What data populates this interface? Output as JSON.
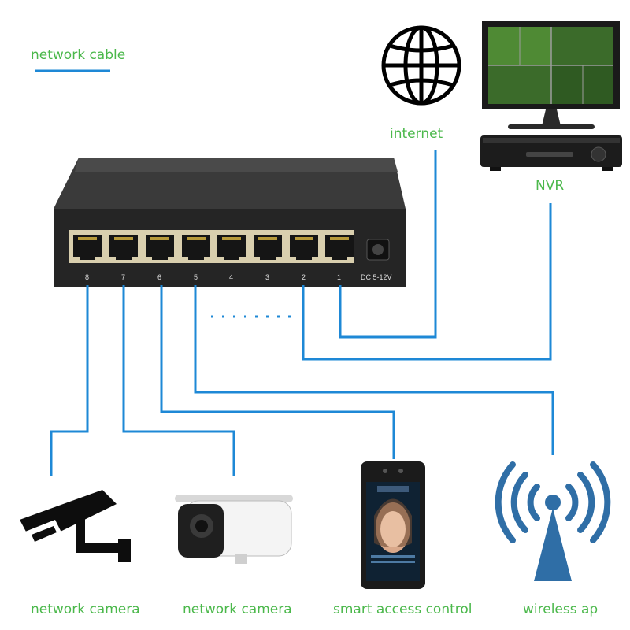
{
  "legend": {
    "label": "network cable",
    "color": "#1e88d6"
  },
  "colors": {
    "label_green": "#4bb84b",
    "cable_blue": "#1e88d6",
    "switch_body": "#2e2e2e",
    "icon_blue": "#2f6ea6"
  },
  "switch": {
    "port_labels": [
      "8",
      "7",
      "6",
      "5",
      "4",
      "3",
      "2",
      "1"
    ],
    "power_label": "DC 5-12V"
  },
  "devices": {
    "internet": {
      "label": "internet",
      "icon": "globe-icon"
    },
    "nvr": {
      "label": "NVR",
      "icon": "monitor-nvr-icon"
    },
    "camera1": {
      "label": "network camera",
      "icon": "cctv-camera-icon"
    },
    "camera2": {
      "label": "network camera",
      "icon": "bullet-camera-icon"
    },
    "access": {
      "label": "smart access control",
      "icon": "face-terminal-icon"
    },
    "ap": {
      "label": "wireless ap",
      "icon": "wireless-ap-icon"
    }
  }
}
